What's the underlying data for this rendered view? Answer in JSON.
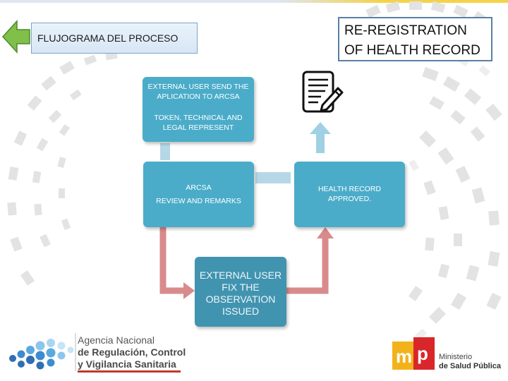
{
  "header": {
    "process_label": "FLUJOGRAMA DEL PROCESO",
    "title_line1": "RE-REGISTRATION",
    "title_line2": "OF HEALTH RECORD"
  },
  "nodes": {
    "submit_line1": "EXTERNAL USER SEND THE APLICATION TO ARCSA",
    "submit_line2": "TOKEN, TECHNICAL AND LEGAL REPRESENT",
    "review_line1": "ARCSA",
    "review_line2": "REVIEW AND REMARKS",
    "approved_line1": "HEALTH RECORD",
    "approved_line2": "APPROVED.",
    "fix": "EXTERNAL USER FIX THE OBSERVATION ISSUED"
  },
  "footer": {
    "agency_line1": "Agencia Nacional",
    "agency_line2": "de Regulación, Control",
    "agency_line3": "y Vigilancia Sanitaria",
    "ministry_line1": "Ministerio",
    "ministry_line2": "de Salud Pública"
  },
  "icons": [
    "back-arrow-icon",
    "document-edit-icon",
    "up-arrow-icon"
  ],
  "colors": {
    "node": "#4aacc9",
    "node_dark": "#4194b0",
    "connector_light": "#b6d8e6",
    "arrow_red": "#d98b8b",
    "back_arrow": "#7fbf4a"
  }
}
